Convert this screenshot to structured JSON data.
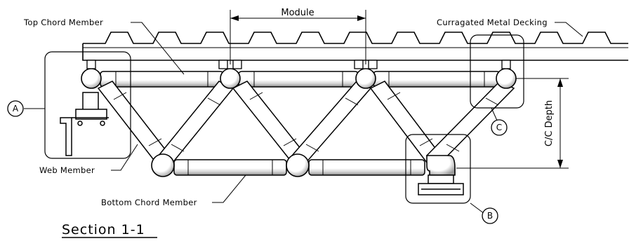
{
  "labels": {
    "top_chord": "Top Chord Member",
    "module": "Module",
    "decking": "Curragated Metal Decking",
    "web_member": "Web Member",
    "bottom_chord": "Bottom Chord Member",
    "depth": "C/C Depth",
    "section": "Section 1-1"
  },
  "detail_callouts": [
    "A",
    "B",
    "C"
  ]
}
